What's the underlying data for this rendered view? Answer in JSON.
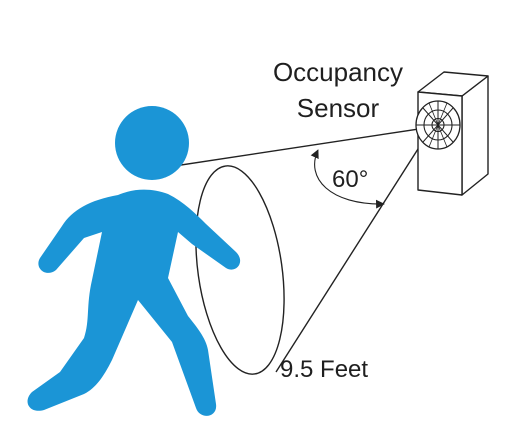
{
  "labels": {
    "sensor_line1": "Occupancy",
    "sensor_line2": "Sensor",
    "angle": "60°",
    "distance": "9.5 Feet"
  },
  "colors": {
    "person": "#1B95D6",
    "sensor_body": "#ffffff",
    "lines": "#222222"
  },
  "icons": {
    "person": "walking-person-icon",
    "sensor": "occupancy-sensor-icon"
  }
}
